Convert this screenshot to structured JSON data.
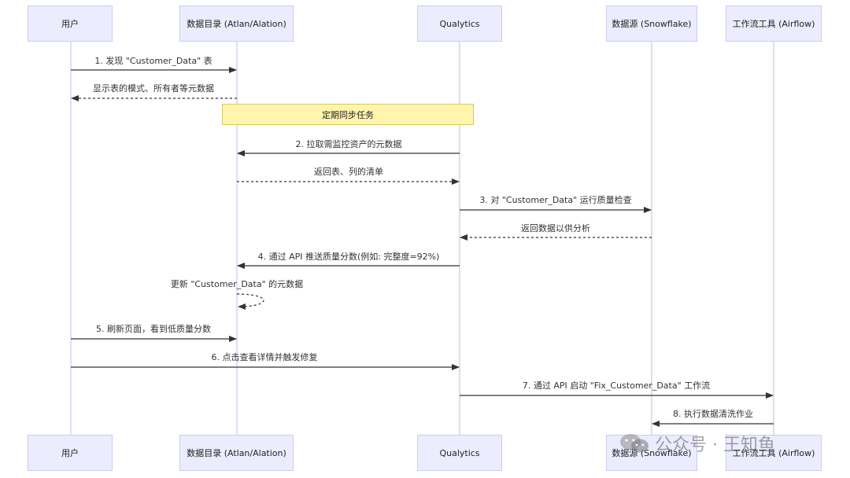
{
  "actors": [
    {
      "id": "user",
      "label": "用户"
    },
    {
      "id": "catalog",
      "label": "数据目录 (Atlan/Alation)"
    },
    {
      "id": "qualytics",
      "label": "Qualytics"
    },
    {
      "id": "source",
      "label": "数据源 (Snowflake)"
    },
    {
      "id": "workflow",
      "label": "工作流工具 (Airflow)"
    }
  ],
  "note": {
    "text": "定期同步任务"
  },
  "messages": [
    {
      "from": "user",
      "to": "catalog",
      "label": "1. 发现 \"Customer_Data\" 表",
      "style": "solid"
    },
    {
      "from": "catalog",
      "to": "user",
      "label": "显示表的模式、所有者等元数据",
      "style": "dashed"
    },
    {
      "from": "qualytics",
      "to": "catalog",
      "label": "2. 拉取需监控资产的元数据",
      "style": "solid"
    },
    {
      "from": "catalog",
      "to": "qualytics",
      "label": "返回表、列的清单",
      "style": "dashed"
    },
    {
      "from": "qualytics",
      "to": "source",
      "label": "3. 对 \"Customer_Data\" 运行质量检查",
      "style": "solid"
    },
    {
      "from": "source",
      "to": "qualytics",
      "label": "返回数据以供分析",
      "style": "dashed"
    },
    {
      "from": "qualytics",
      "to": "catalog",
      "label": "4. 通过 API 推送质量分数(例如: 完整度=92%)",
      "style": "solid"
    },
    {
      "from": "catalog",
      "to": "catalog",
      "label": "更新 \"Customer_Data\" 的元数据",
      "style": "dashed"
    },
    {
      "from": "user",
      "to": "catalog",
      "label": "5. 刷新页面，看到低质量分数",
      "style": "solid"
    },
    {
      "from": "user",
      "to": "qualytics",
      "label": "6. 点击查看详情并触发修复",
      "style": "solid"
    },
    {
      "from": "qualytics",
      "to": "workflow",
      "label": "7. 通过 API 启动 \"Fix_Customer_Data\" 工作流",
      "style": "solid"
    },
    {
      "from": "workflow",
      "to": "source",
      "label": "8. 执行数据清洗作业",
      "style": "solid"
    }
  ],
  "watermark": {
    "text": "公众号 · 王知鱼",
    "icon": "wechat-icon"
  },
  "colors": {
    "actor_fill": "#ececff",
    "actor_border": "#ccccf0",
    "note_fill": "#fff5ad",
    "line": "#333333",
    "lifeline": "#ccccf0"
  }
}
